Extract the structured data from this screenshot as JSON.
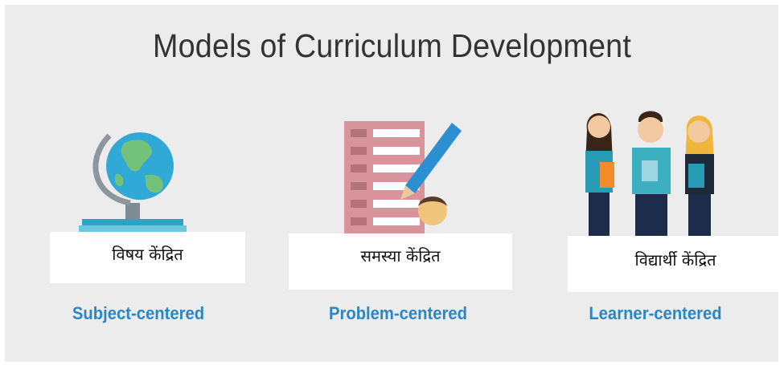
{
  "title": "Models of Curriculum Development",
  "models": [
    {
      "hindi": "विषय केंद्रित",
      "english": "Subject-centered",
      "icon": "globe-icon"
    },
    {
      "hindi": "समस्या केंद्रित",
      "english": "Problem-centered",
      "icon": "checklist-pencil-icon"
    },
    {
      "hindi": "विद्यार्थी केंद्रित",
      "english": "Learner-centered",
      "icon": "students-icon"
    }
  ],
  "colors": {
    "background": "#ececec",
    "title": "#333333",
    "label": "#2a86c4",
    "box": "#ffffff"
  }
}
